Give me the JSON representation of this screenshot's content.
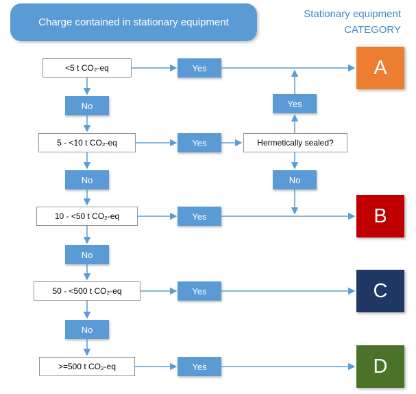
{
  "title_box": {
    "label": "Charge contained in stationary equipment"
  },
  "category_header": {
    "line1": "Stationary equipment",
    "line2": "CATEGORY"
  },
  "flow": {
    "yes_label": "Yes",
    "no_label": "No",
    "question": "Hermetically sealed?",
    "decisions": [
      {
        "label": "<5 t CO₂-eq"
      },
      {
        "label": "5 - <10 t CO₂-eq"
      },
      {
        "label": "10 - <50 t CO₂-eq"
      },
      {
        "label": "50 - <500 t CO₂-eq"
      },
      {
        "label": ">=500 t CO₂-eq"
      }
    ],
    "categories": [
      {
        "letter": "A",
        "color": "#ED7D31"
      },
      {
        "letter": "B",
        "color": "#C00000"
      },
      {
        "letter": "C",
        "color": "#1F3864"
      },
      {
        "letter": "D",
        "color": "#4A7229"
      }
    ]
  },
  "colors": {
    "accent_blue": "#5B9BD5",
    "header_text_blue": "#3D85C6",
    "arrow_blue": "#5B9BD5",
    "white_box_border": "#919191"
  }
}
